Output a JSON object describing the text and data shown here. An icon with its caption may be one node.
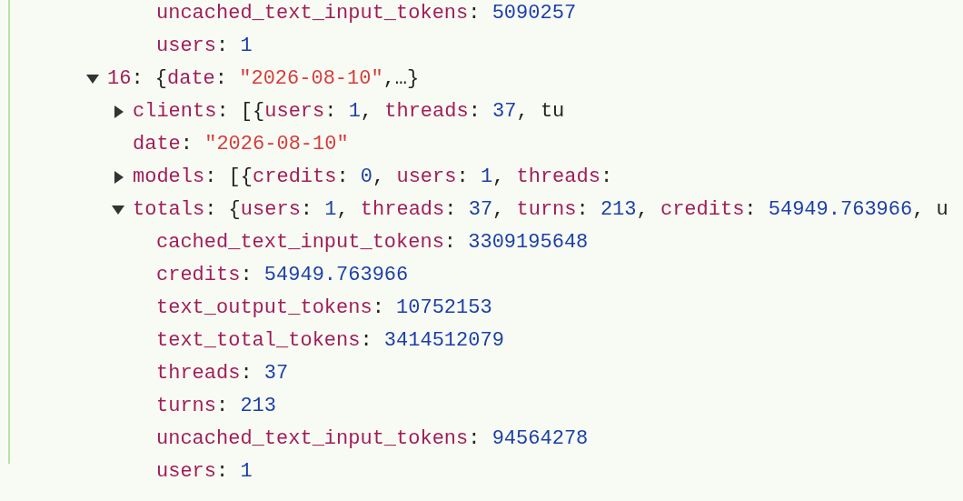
{
  "diagram": {
    "labels": [
      "uncached_text_input_tokens: 5090257",
      "users: 1",
      "16: {date: \"2026-08-10\",…}",
      "clients: [{users: 1, threads: 37, tu",
      "date: \"2026-08-10\"",
      "models: [{credits: 0, users: 1, threads:",
      "totals: {users: 1, threads: 37, turns: 213, credits: 54949.763966, u",
      "cached_text_input_tokens: 3309195648",
      "credits: 54949.763966",
      "text_output_tokens: 10752153",
      "text_total_tokens: 3414512079",
      "threads: 37",
      "turns: 213",
      "uncached_text_input_tokens: 94564278",
      "users: 1"
    ]
  }
}
